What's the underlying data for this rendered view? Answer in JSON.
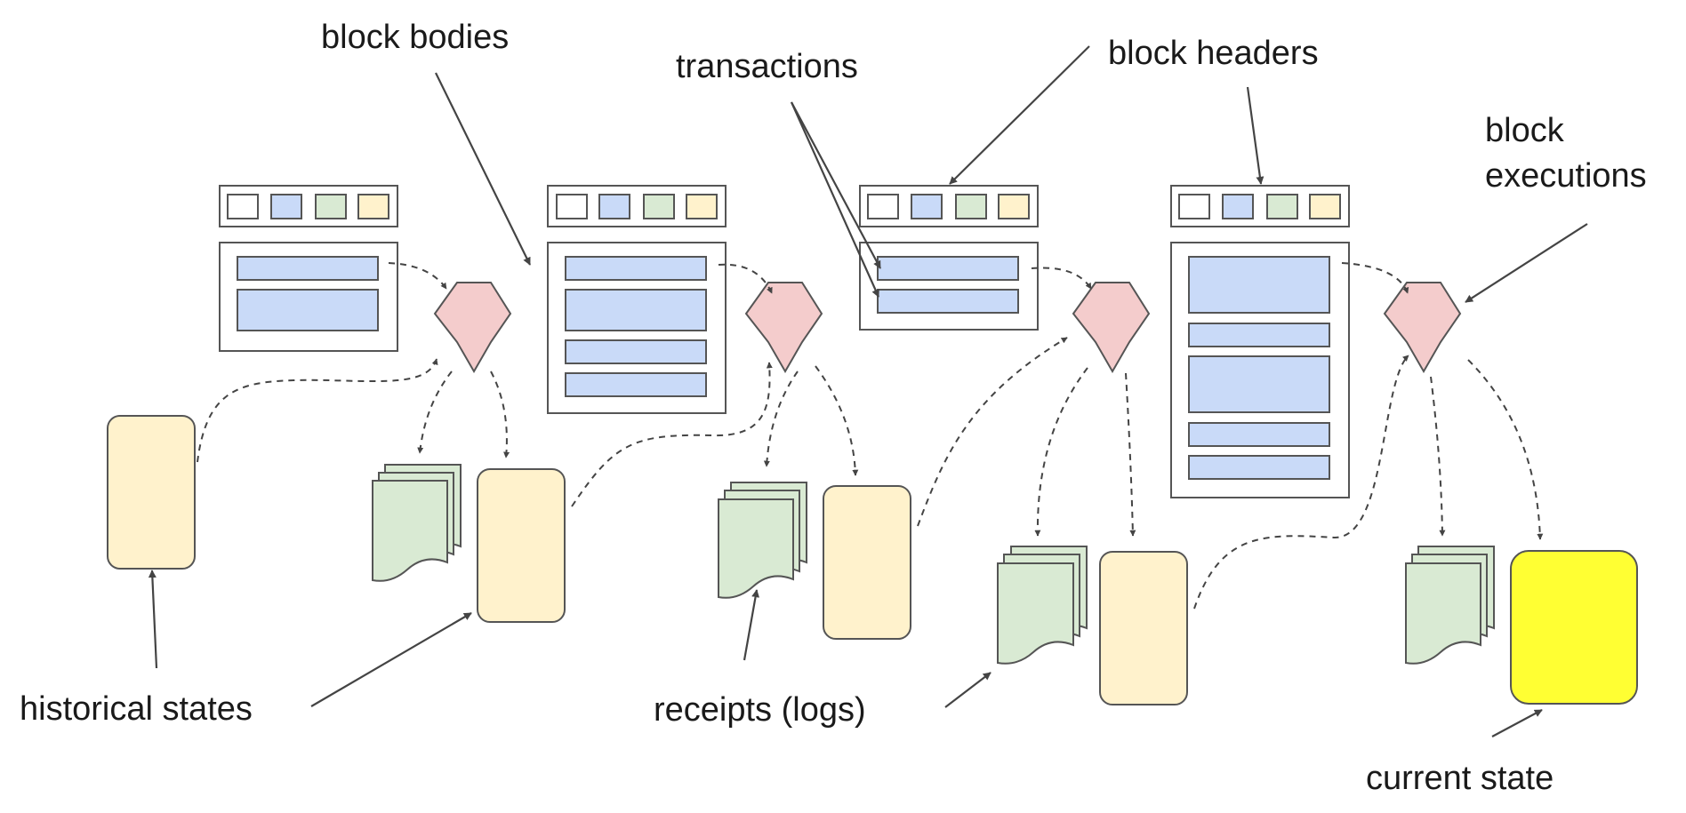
{
  "labels": {
    "block_bodies": "block bodies",
    "transactions": "transactions",
    "block_headers": "block headers",
    "block_executions_line1": "block",
    "block_executions_line2": "executions",
    "historical_states": "historical states",
    "receipts_logs": "receipts (logs)",
    "current_state": "current state"
  },
  "colors": {
    "transaction": "#c9daf8",
    "receipt": "#d9ead3",
    "historical_state": "#fff2cc",
    "current_state": "#ffff33",
    "block_execution": "#f4cccc",
    "header_field_1": "#ffffff",
    "header_field_2": "#c9daf8",
    "header_field_3": "#d9ead3",
    "header_field_4": "#fff2cc"
  },
  "icons": {
    "block_execution": "six-pointed-star-icon",
    "receipts": "stacked-pages-icon",
    "state": "rounded-rectangle"
  },
  "blocks": [
    {
      "transaction_count": 2
    },
    {
      "transaction_count": 4
    },
    {
      "transaction_count": 2
    },
    {
      "transaction_count": 5
    }
  ]
}
